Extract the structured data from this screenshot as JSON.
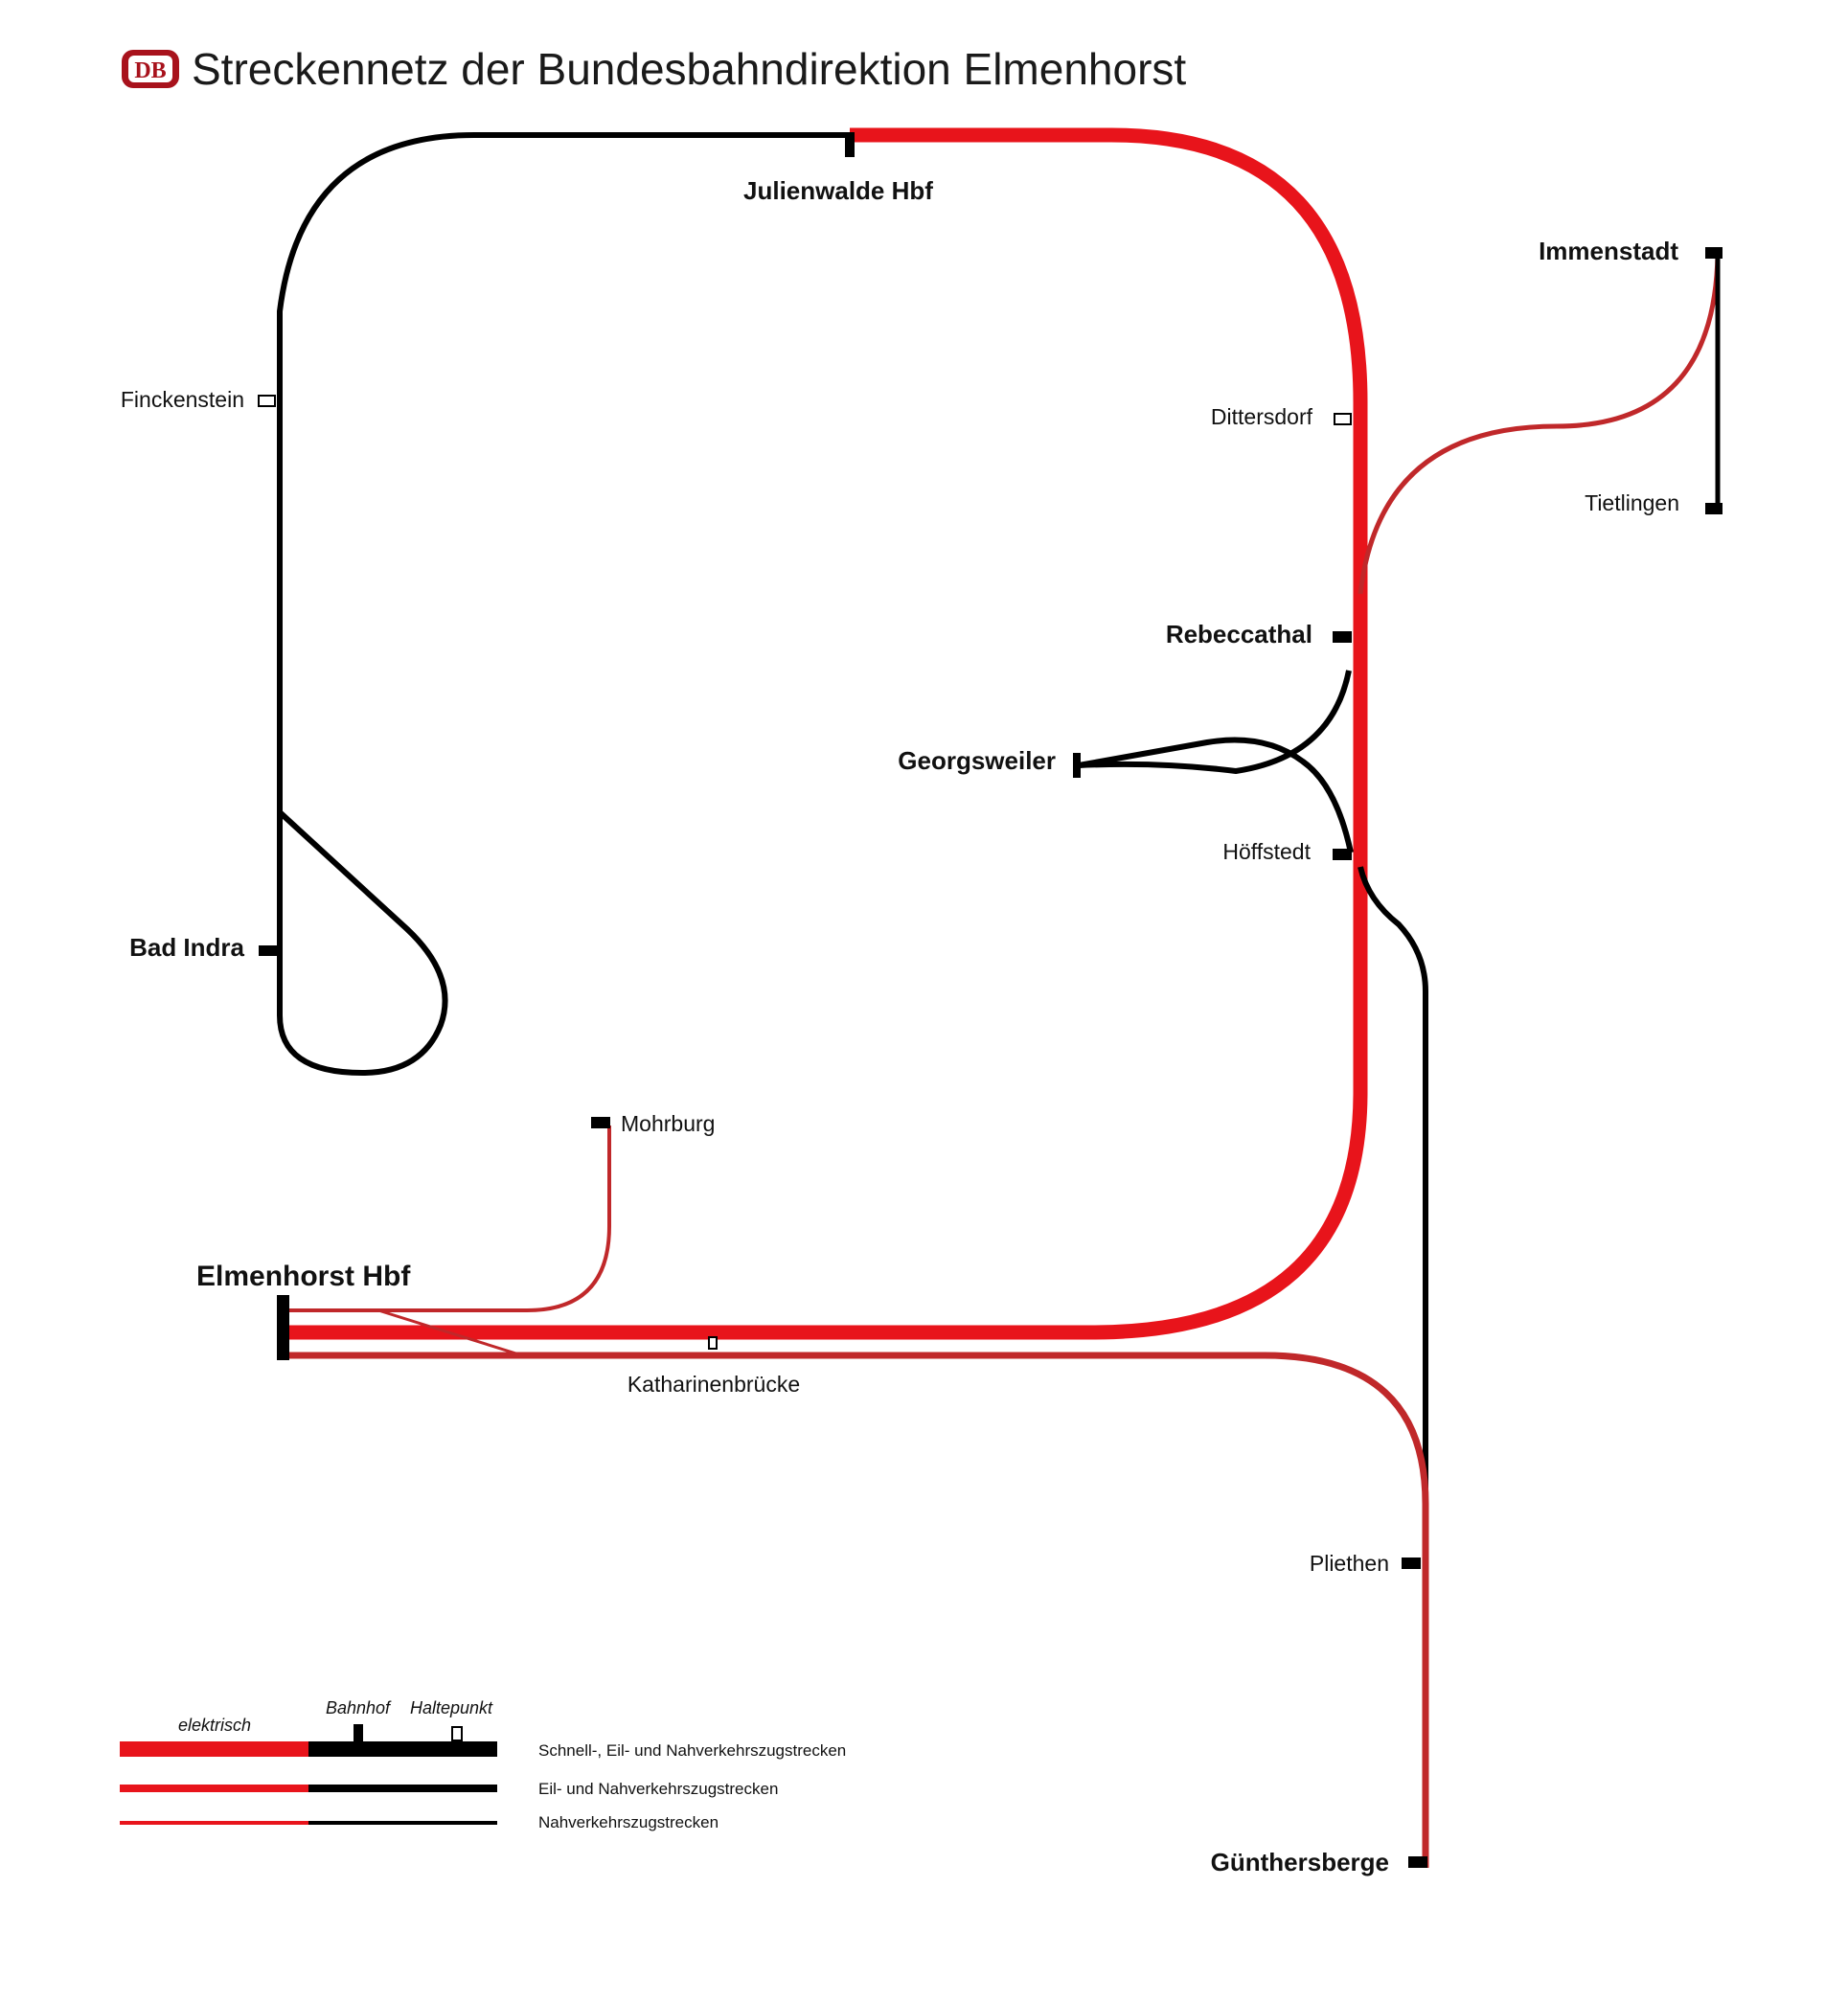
{
  "title": "Streckennetz der Bundesbahndirektion Elmenhorst",
  "logo": {
    "text": "DB",
    "color": "#a8121c"
  },
  "colors": {
    "electric": "#e8141b",
    "electric_dark": "#c0282a",
    "non_electric": "#000000"
  },
  "stations": {
    "julienwalde": "Julienwalde Hbf",
    "finckenstein": "Finckenstein",
    "dittersdorf": "Dittersdorf",
    "immenstadt": "Immenstadt",
    "tietlingen": "Tietlingen",
    "rebeccathal": "Rebeccathal",
    "georgsweiler": "Georgsweiler",
    "hoeffstedt": "Höffstedt",
    "bad_indra": "Bad Indra",
    "mohrburg": "Mohrburg",
    "elmenhorst": "Elmenhorst Hbf",
    "katharinenbruecke": "Katharinenbrücke",
    "pliethen": "Pliethen",
    "guenthersberge": "Günthersberge"
  },
  "legend": {
    "electric_label": "elektrisch",
    "bahnhof_label": "Bahnhof",
    "haltepunkt_label": "Haltepunkt",
    "line_types": [
      "Schnell-, Eil- und Nahverkehrszugstrecken",
      "Eil- und Nahverkehrszugstrecken",
      "Nahverkehrszugstrecken"
    ]
  }
}
